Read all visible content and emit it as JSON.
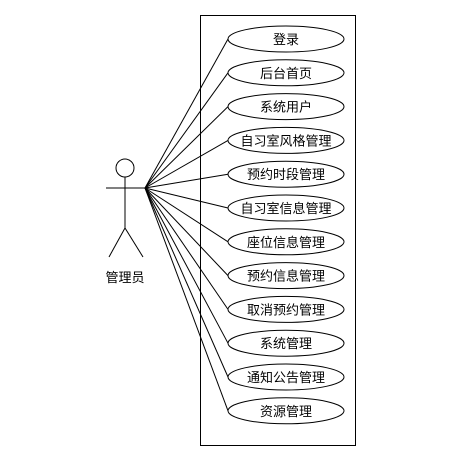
{
  "actor": {
    "label": "管理员"
  },
  "use_cases": [
    {
      "label": "登录"
    },
    {
      "label": "后台首页"
    },
    {
      "label": "系统用户"
    },
    {
      "label": "自习室风格管理"
    },
    {
      "label": "预约时段管理"
    },
    {
      "label": "自习室信息管理"
    },
    {
      "label": "座位信息管理"
    },
    {
      "label": "预约信息管理"
    },
    {
      "label": "取消预约管理"
    },
    {
      "label": "系统管理"
    },
    {
      "label": "通知公告管理"
    },
    {
      "label": "资源管理"
    }
  ]
}
